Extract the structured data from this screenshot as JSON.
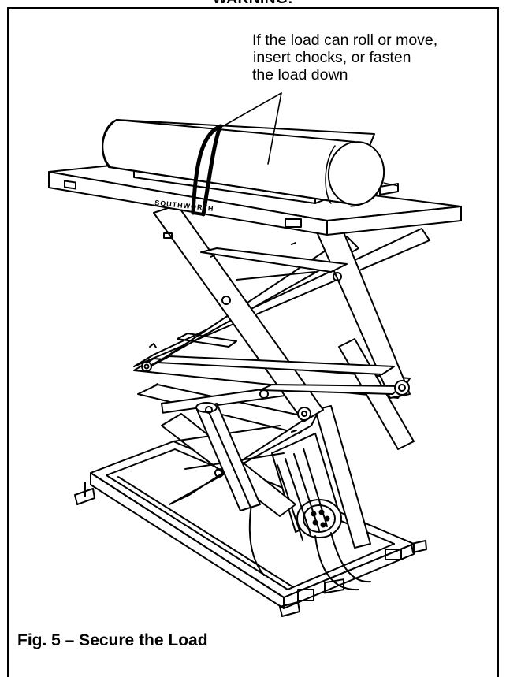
{
  "document": {
    "heading": "WARNING!",
    "callout": {
      "line1": "If the load can roll or move,",
      "line2": "insert chocks, or fasten",
      "line3": "the load down"
    },
    "brand_label": "SOUTHWORTH",
    "caption": "Fig. 5 – Secure the Load"
  },
  "illustration": {
    "subject": "scissor-lift-table",
    "ink_color": "#000000",
    "paper_color": "#ffffff"
  }
}
